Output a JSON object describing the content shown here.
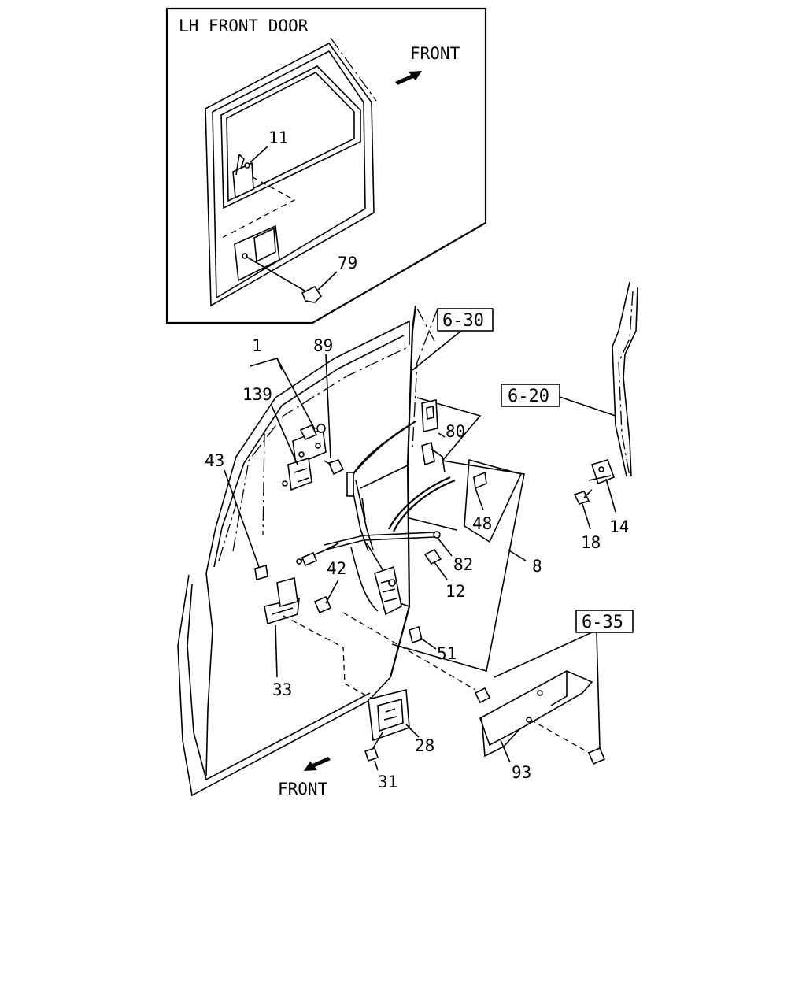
{
  "inset": {
    "title": "LH FRONT DOOR",
    "direction": "FRONT",
    "callouts": {
      "c11": "11",
      "c79": "79"
    }
  },
  "main": {
    "direction": "FRONT",
    "refs": {
      "r630": "6-30",
      "r620": "6-20",
      "r635": "6-35"
    },
    "callouts": {
      "c1": "1",
      "c89": "89",
      "c139": "139",
      "c43": "43",
      "c80": "80",
      "c48": "48",
      "c82": "82",
      "c8": "8",
      "c12": "12",
      "c42": "42",
      "c51": "51",
      "c33": "33",
      "c28": "28",
      "c31": "31",
      "c93": "93",
      "c18": "18",
      "c14": "14"
    }
  }
}
